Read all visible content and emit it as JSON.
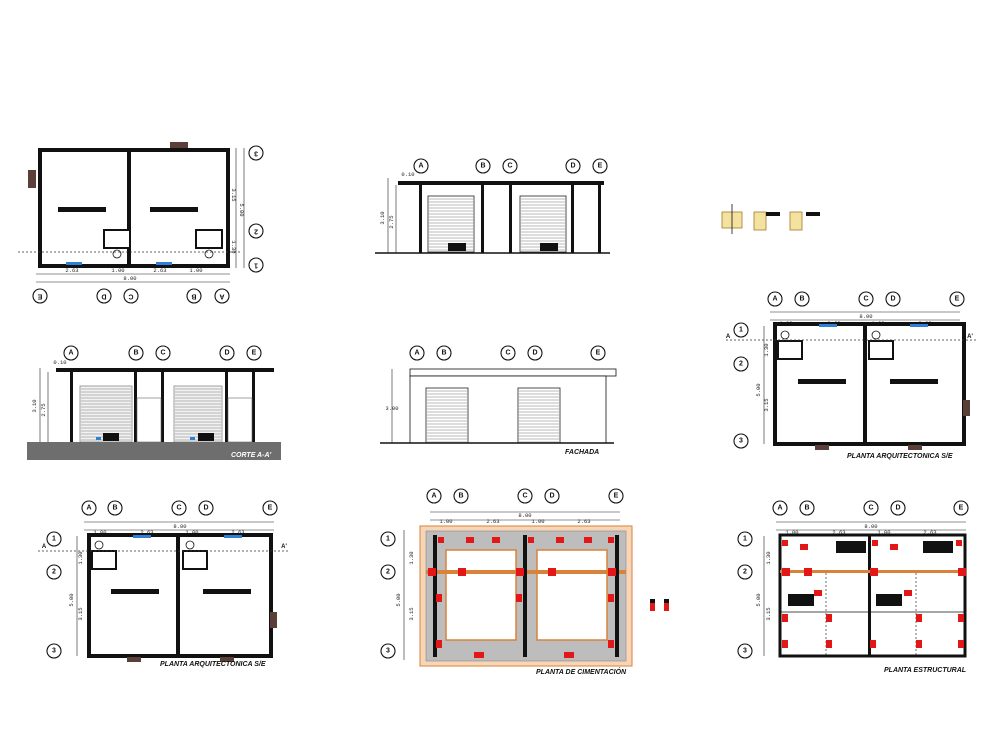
{
  "sheet": {
    "titles": {
      "corte": "CORTE A-A'",
      "fachada": "FACHADA",
      "planta_arq": "PLANTA ARQUITECTONICA S/E",
      "planta_cim": "PLANTA DE CIMENTACIÓN",
      "planta_est": "PLANTA ESTRUCTURAL"
    },
    "axes_letters": [
      "A",
      "B",
      "C",
      "D",
      "E"
    ],
    "axes_numbers": [
      "1",
      "2",
      "3"
    ],
    "dims": {
      "total_width": "8.00",
      "bay": "2.63",
      "small": "1.00",
      "depth": "5.00",
      "front": "1.30",
      "back": "3.15",
      "height_total": "3.10",
      "height_wall": "2.75",
      "height_facade": "3.00",
      "roof": "0.10"
    },
    "cut_marker": "A'",
    "cut_marker_left": "A"
  }
}
